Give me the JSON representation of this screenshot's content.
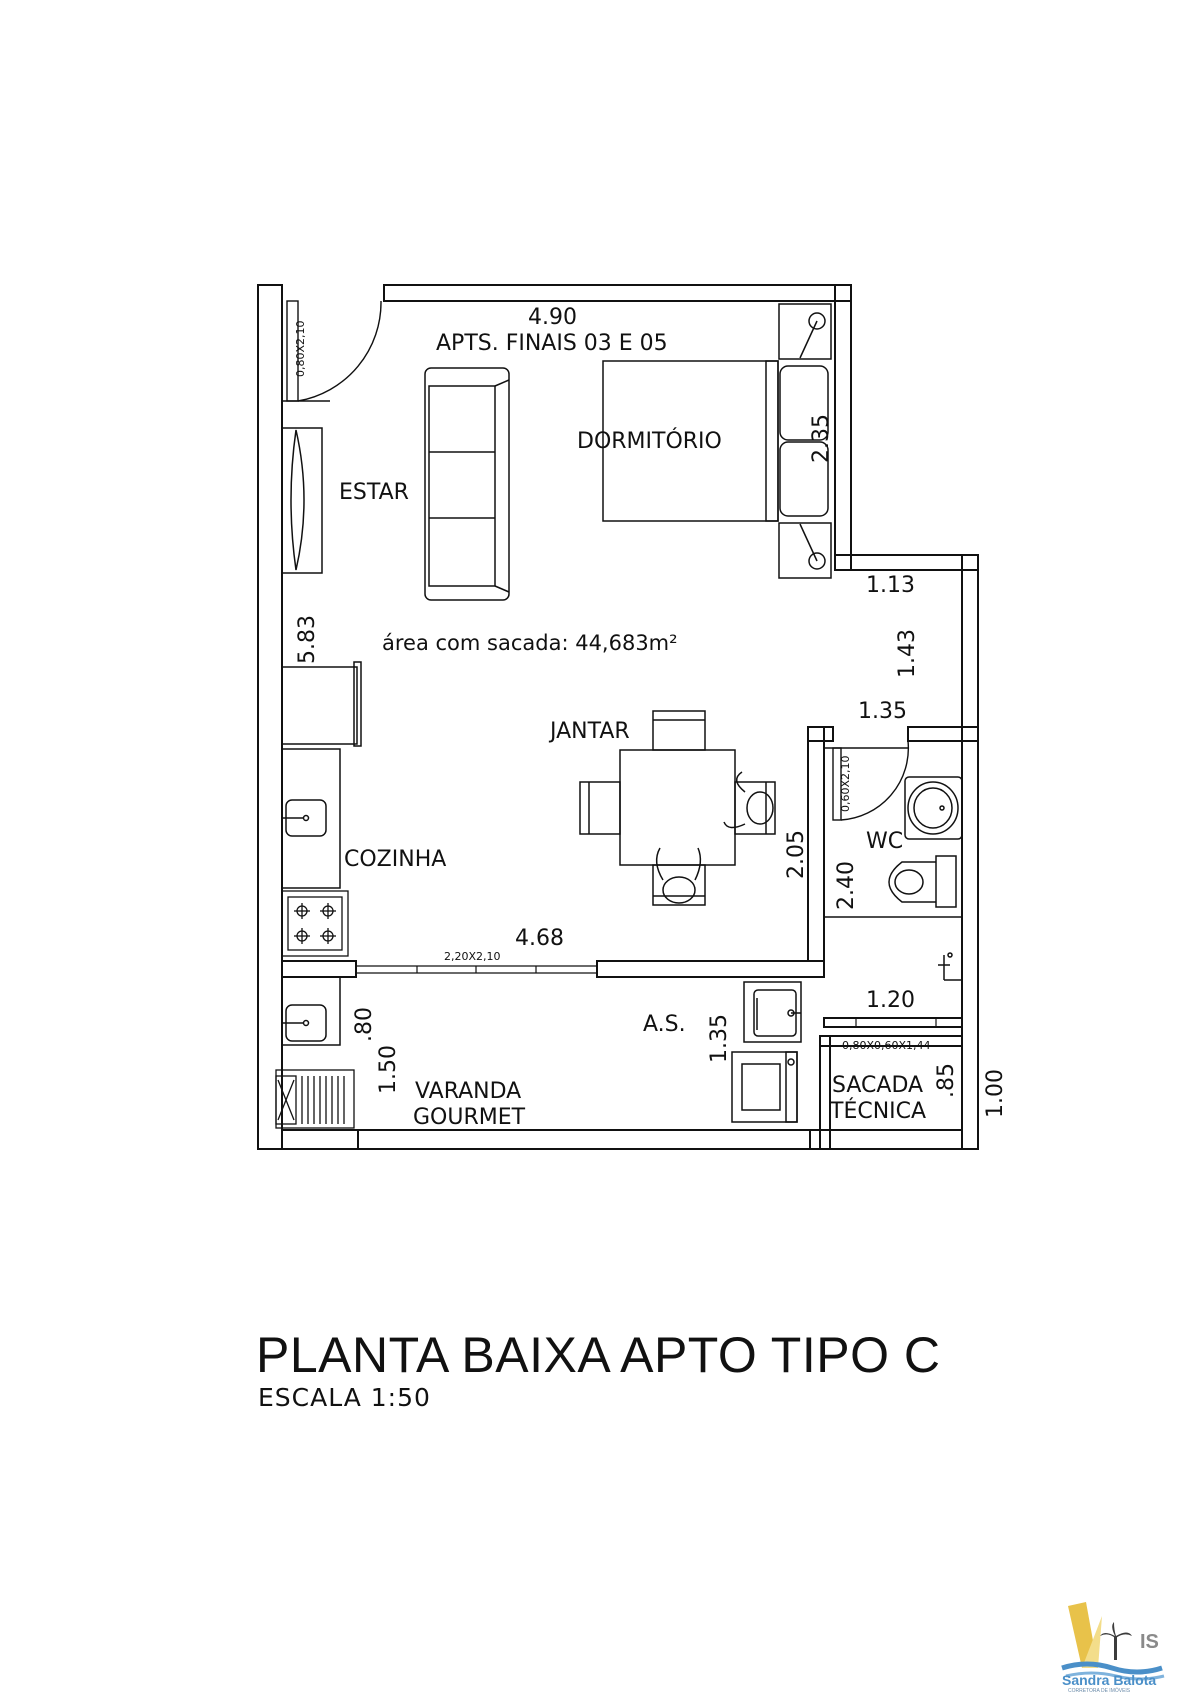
{
  "plan": {
    "subtitle": "APTS. FINAIS 03 E 05",
    "area_note": "área com sacada: 44,683m²",
    "rooms": {
      "estar": "ESTAR",
      "dormitorio": "DORMITÓRIO",
      "jantar": "JANTAR",
      "cozinha": "COZINHA",
      "wc": "WC",
      "as": "A.S.",
      "varanda_line1": "VARANDA",
      "varanda_line2": "GOURMET",
      "sacada_line1": "SACADA",
      "sacada_line2": "TÉCNICA"
    },
    "dimensions": {
      "top_width": "4.90",
      "dorm_depth": "2.35",
      "left_height": "5.83",
      "right_step": "1.13",
      "right_mid": "1.43",
      "wc_width_top": "1.35",
      "jantar_height": "2.05",
      "wc_height": "2.40",
      "bottom_width": "4.68",
      "sacada_width": "1.20",
      "varanda_depth": ".80",
      "varanda_height": "1.50",
      "as_height": "1.35",
      "sacada_depth": ".85",
      "sacada_height": "1.00"
    },
    "openings": {
      "entry_door": "0,80X2,10",
      "wc_door": "0,60X2,10",
      "sliding_door": "2,20X2,10",
      "window_sacada": "0,80X0,60X1,44"
    }
  },
  "title": "PLANTA BAIXA APTO TIPO C",
  "scale": "ESCALA 1:50",
  "logo": {
    "name": "Sandra Balota",
    "tagline": "CORRETORA DE IMÓVEIS"
  }
}
